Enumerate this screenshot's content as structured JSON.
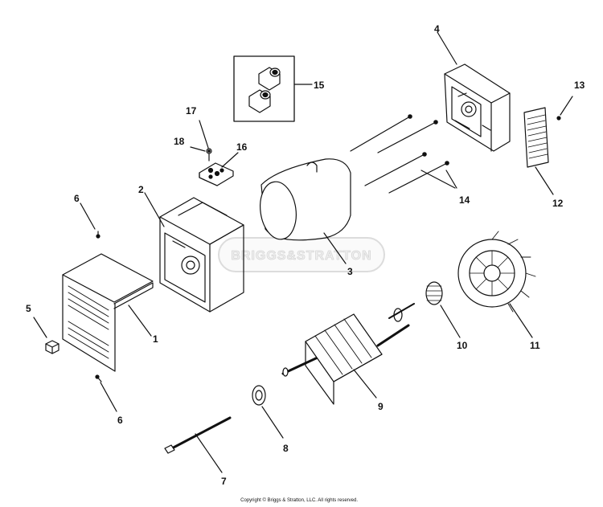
{
  "watermark": "BRIGGS&STRATTON",
  "copyright": "Copyright © Briggs & Stratton, LLC. All rights reserved.",
  "callouts": {
    "c1": "1",
    "c2": "2",
    "c3": "3",
    "c4": "4",
    "c5": "5",
    "c6a": "6",
    "c6b": "6",
    "c7": "7",
    "c8": "8",
    "c9": "9",
    "c10": "10",
    "c11": "11",
    "c12": "12",
    "c13": "13",
    "c14": "14",
    "c15": "15",
    "c16": "16",
    "c17": "17",
    "c18": "18"
  }
}
